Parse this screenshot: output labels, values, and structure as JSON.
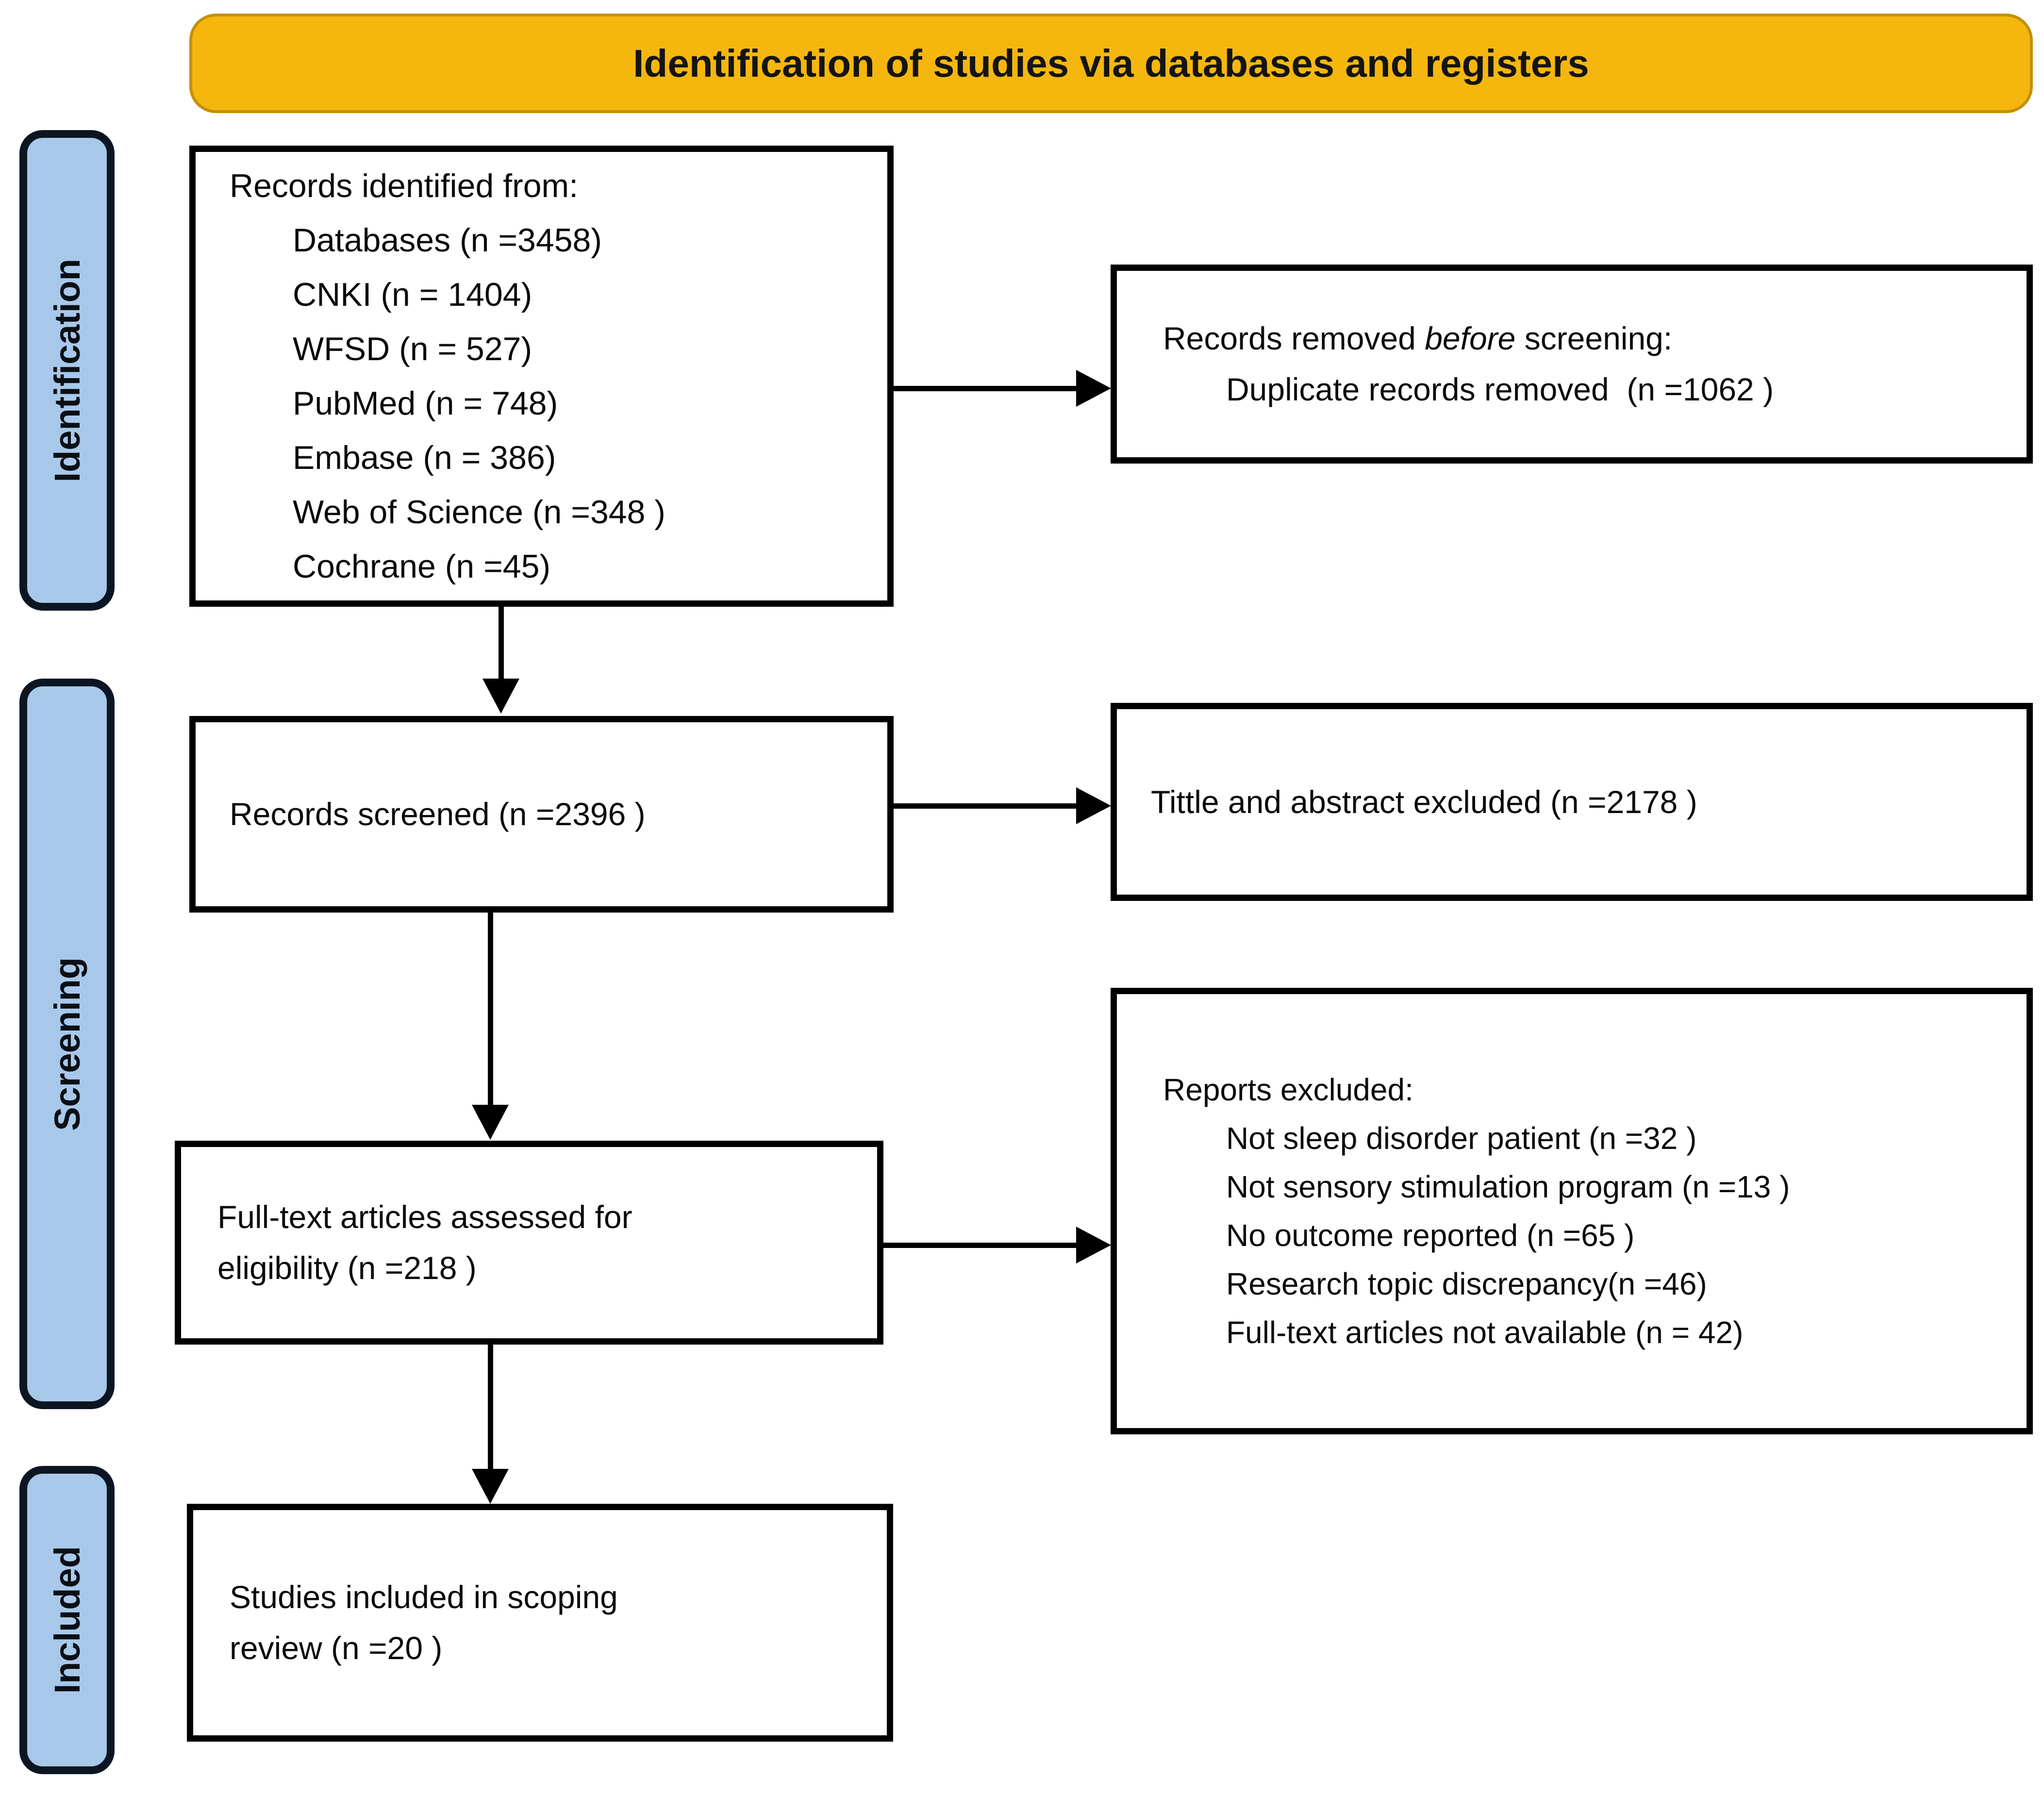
{
  "title_banner": {
    "label": "Identification of studies via databases and registers"
  },
  "sidebar": {
    "items": [
      {
        "label": "Identification"
      },
      {
        "label": "Screening"
      },
      {
        "label": "Included"
      }
    ]
  },
  "boxes": {
    "identified": {
      "title": "Records identified from:",
      "items": [
        "Databases (n =3458)",
        "CNKI (n = 1404)",
        "WFSD (n = 527)",
        "PubMed (n = 748)",
        "Embase (n = 386)",
        "Web of Science (n =348 )",
        "Cochrane (n =45)"
      ]
    },
    "removed": {
      "part1": "Records removed ",
      "part2_italic": "before",
      "part3": " screening:",
      "item": "Duplicate records removed  (n =1062 )"
    },
    "screened": {
      "label": "Records screened (n =2396 )"
    },
    "title_abstract_excluded": {
      "label": "Tittle and abstract excluded (n =2178 )"
    },
    "fulltext": {
      "line1": "Full-text articles assessed for",
      "line2": "eligibility (n =218 )"
    },
    "reports_excluded": {
      "title": "Reports excluded:",
      "items": [
        "Not sleep disorder patient (n =32 )",
        "Not sensory stimulation program (n =13 )",
        "No outcome reported (n =65 )",
        "Research topic discrepancy(n =46)",
        "Full-text articles not available (n = 42)"
      ]
    },
    "included": {
      "line1": "Studies included in scoping",
      "line2": "review (n =20 )"
    }
  },
  "colors": {
    "banner_fill": "#F5B70E",
    "banner_border": "#C39007",
    "sidebar_fill": "#A8C8EA",
    "sidebar_border": "#0C1522",
    "box_border": "#000000",
    "arrow": "#000000"
  }
}
